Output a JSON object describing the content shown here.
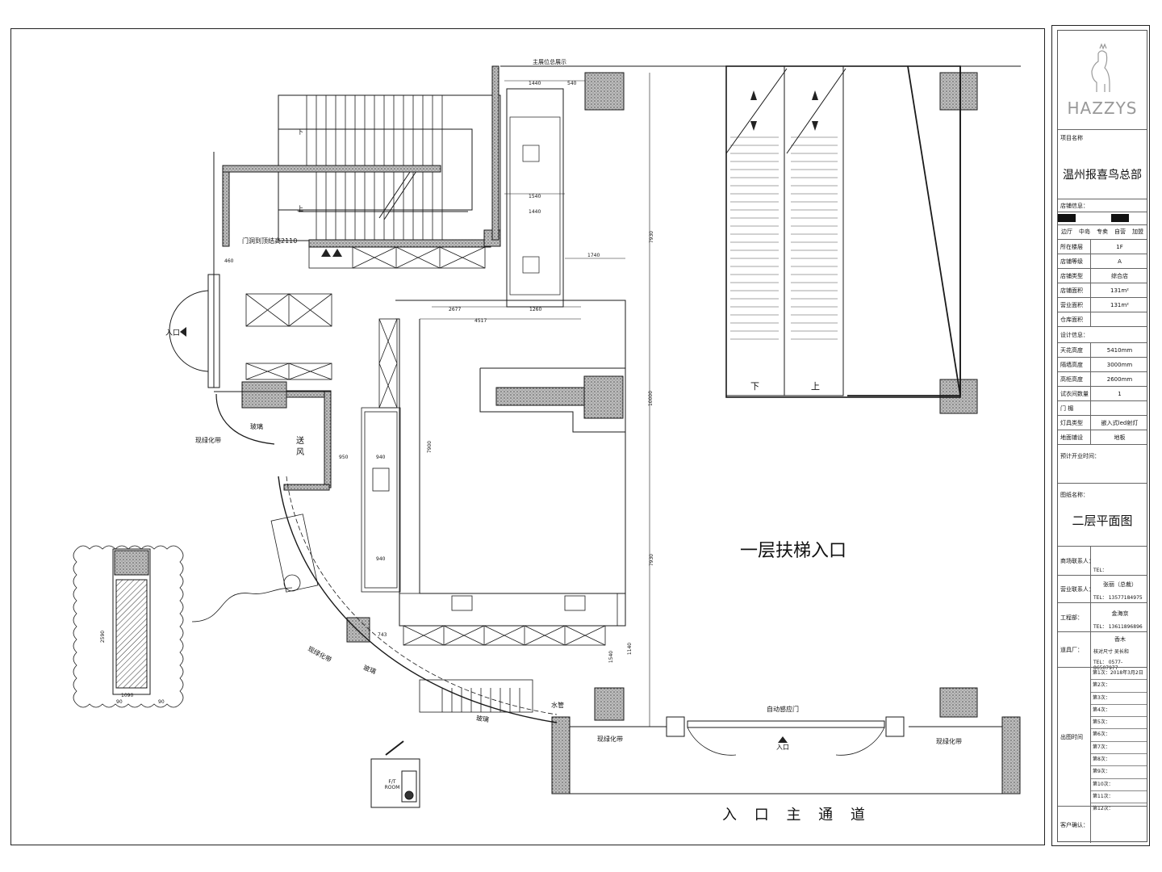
{
  "plan": {
    "escalator_entrance": "一层扶梯入口",
    "main_corridor": "入 口 主 通 道",
    "entrance_left": "入口",
    "entrance_bottom": "入口",
    "auto_door": "自动感应门",
    "door_height_note": "门洞到顶结高2110",
    "green_belt_1": "现绿化带",
    "green_belt_2": "现绿化带",
    "green_belt_3": "现绿化带",
    "green_belt_4": "现绿化带",
    "glass_1": "玻璃",
    "glass_2": "玻璃",
    "glass_3": "玻璃",
    "air_duct": "送风",
    "water_pipe": "水管",
    "fitting_room": "F/T ROOM",
    "escalator_down": "下",
    "escalator_up": "上",
    "stair_down": "下",
    "stair_up": "上",
    "top_note": "主展位总展示",
    "dims": {
      "d1440a": "1440",
      "d540": "540",
      "d1540": "1540",
      "d1440b": "1440",
      "d1740": "1740",
      "d1260": "1260",
      "d4517": "4517",
      "d2677": "2677",
      "d460": "460",
      "d950": "950",
      "d940a": "940",
      "d940b": "940",
      "d7930a": "7930",
      "d7930b": "7930",
      "d7900": "7900",
      "d10000": "10000",
      "d1090": "1090",
      "d2590": "2590",
      "d743": "743",
      "d1140": "1140",
      "d1540b": "1540",
      "d90a": "90",
      "d90b": "90"
    }
  },
  "title_block": {
    "brand": "HAZZYS",
    "project_label": "项目名称",
    "project_name": "温州报喜鸟总部",
    "store_info_label": "店铺信息：",
    "store_types": [
      "边厅",
      "中岛",
      "专卖",
      "自营",
      "加盟"
    ],
    "rows": [
      {
        "label": "所在楼层",
        "value": "1F"
      },
      {
        "label": "店铺等级",
        "value": "A"
      },
      {
        "label": "店铺类型",
        "value": "综合店"
      },
      {
        "label": "店铺面积",
        "value": "131m²"
      },
      {
        "label": "营业面积",
        "value": "131m²"
      },
      {
        "label": "仓库面积",
        "value": ""
      }
    ],
    "design_info_label": "设计信息：",
    "design_rows": [
      {
        "label": "天花高度",
        "value": "5410mm"
      },
      {
        "label": "隔墙高度",
        "value": "3000mm"
      },
      {
        "label": "高柜高度",
        "value": "2600mm"
      },
      {
        "label": "试衣间数量",
        "value": "1"
      },
      {
        "label": "门  楣",
        "value": ""
      },
      {
        "label": "灯具类型",
        "value": "嵌入式led射灯"
      },
      {
        "label": "地面铺设",
        "value": "地板"
      }
    ],
    "opening_label": "预计开业时间：",
    "drawing_label": "图纸名称：",
    "drawing_name": "二层平面图",
    "mall_contact_label": "商场联系人：",
    "mall_tel": "TEL：",
    "biz_contact_label": "营业联系人：",
    "biz_contact": "张丽（总裁）",
    "biz_tel": "TEL： 13577184975",
    "eng_label": "工程部：",
    "eng_contact": "金海京",
    "eng_tel": "TEL： 13611896896",
    "factory_label": "道具厂：",
    "factory_name": "香木",
    "factory_check": "核对尺寸  吴长和",
    "factory_tel": "TEL： 0577-86507977",
    "issue_label": "出图时间",
    "issues": [
      "第1次：2018年3月2日",
      "第2次：",
      "第3次：",
      "第4次：",
      "第5次：",
      "第6次：",
      "第7次：",
      "第8次：",
      "第9次：",
      "第10次：",
      "第11次：",
      "第12次："
    ],
    "client_label": "客户确认："
  },
  "colors": {
    "line": "#1a1a1a",
    "column_fill": "#9a9a9a",
    "logo": "#9a9a9a"
  }
}
